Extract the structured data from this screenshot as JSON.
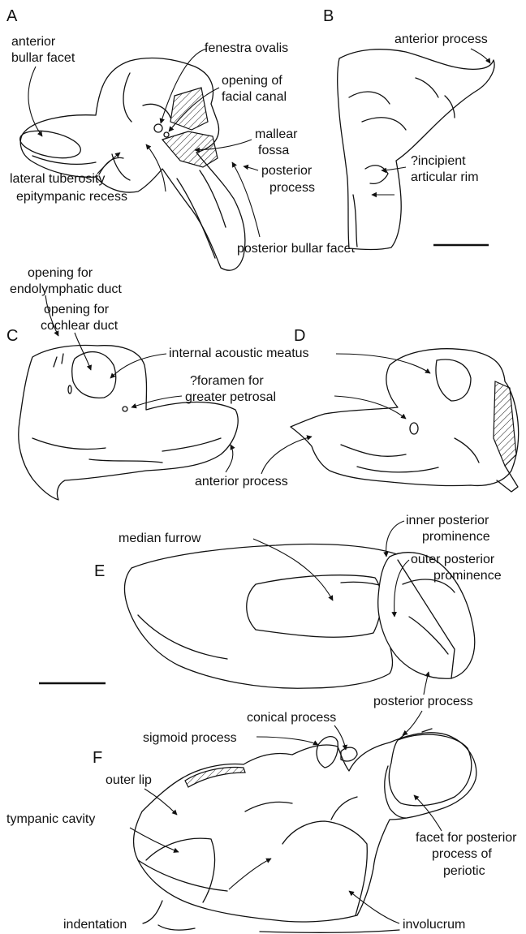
{
  "panels": {
    "a": "A",
    "b": "B",
    "c": "C",
    "d": "D",
    "e": "E",
    "f": "F"
  },
  "labels": {
    "anterior_bullar_facet_1": "anterior",
    "anterior_bullar_facet_2": "bullar facet",
    "fenestra_ovalis": "fenestra ovalis",
    "facial_canal_1": "opening of",
    "facial_canal_2": "facial canal",
    "mallear_fossa_1": "mallear",
    "mallear_fossa_2": "fossa",
    "lateral_tuberosity": "lateral tuberosity",
    "epitympanic_recess": "epitympanic recess",
    "posterior_process_a_1": "posterior",
    "posterior_process_a_2": "process",
    "posterior_bullar_facet": "posterior bullar facet",
    "anterior_process_b": "anterior process",
    "incipient_rim_1": "?incipient",
    "incipient_rim_2": "articular rim",
    "endolymphatic_1": "opening for",
    "endolymphatic_2": "endolymphatic duct",
    "cochlear_1": "opening for",
    "cochlear_2": "cochlear duct",
    "internal_acoustic_meatus": "internal acoustic meatus",
    "greater_petrosal_1": "?foramen for",
    "greater_petrosal_2": "greater petrosal",
    "anterior_process_cd": "anterior process",
    "median_furrow": "median furrow",
    "inner_posterior_1": "inner posterior",
    "inner_posterior_2": "prominence",
    "outer_posterior_1": "outer posterior",
    "outer_posterior_2": "prominence",
    "posterior_process_ef": "posterior process",
    "conical_process": "conical process",
    "sigmoid_process": "sigmoid process",
    "outer_lip": "outer lip",
    "tympanic_cavity": "tympanic cavity",
    "facet_posterior_1": "facet for posterior",
    "facet_posterior_2": "process of",
    "facet_posterior_3": "periotic",
    "indentation": "indentation",
    "involucrum": "involucrum"
  }
}
